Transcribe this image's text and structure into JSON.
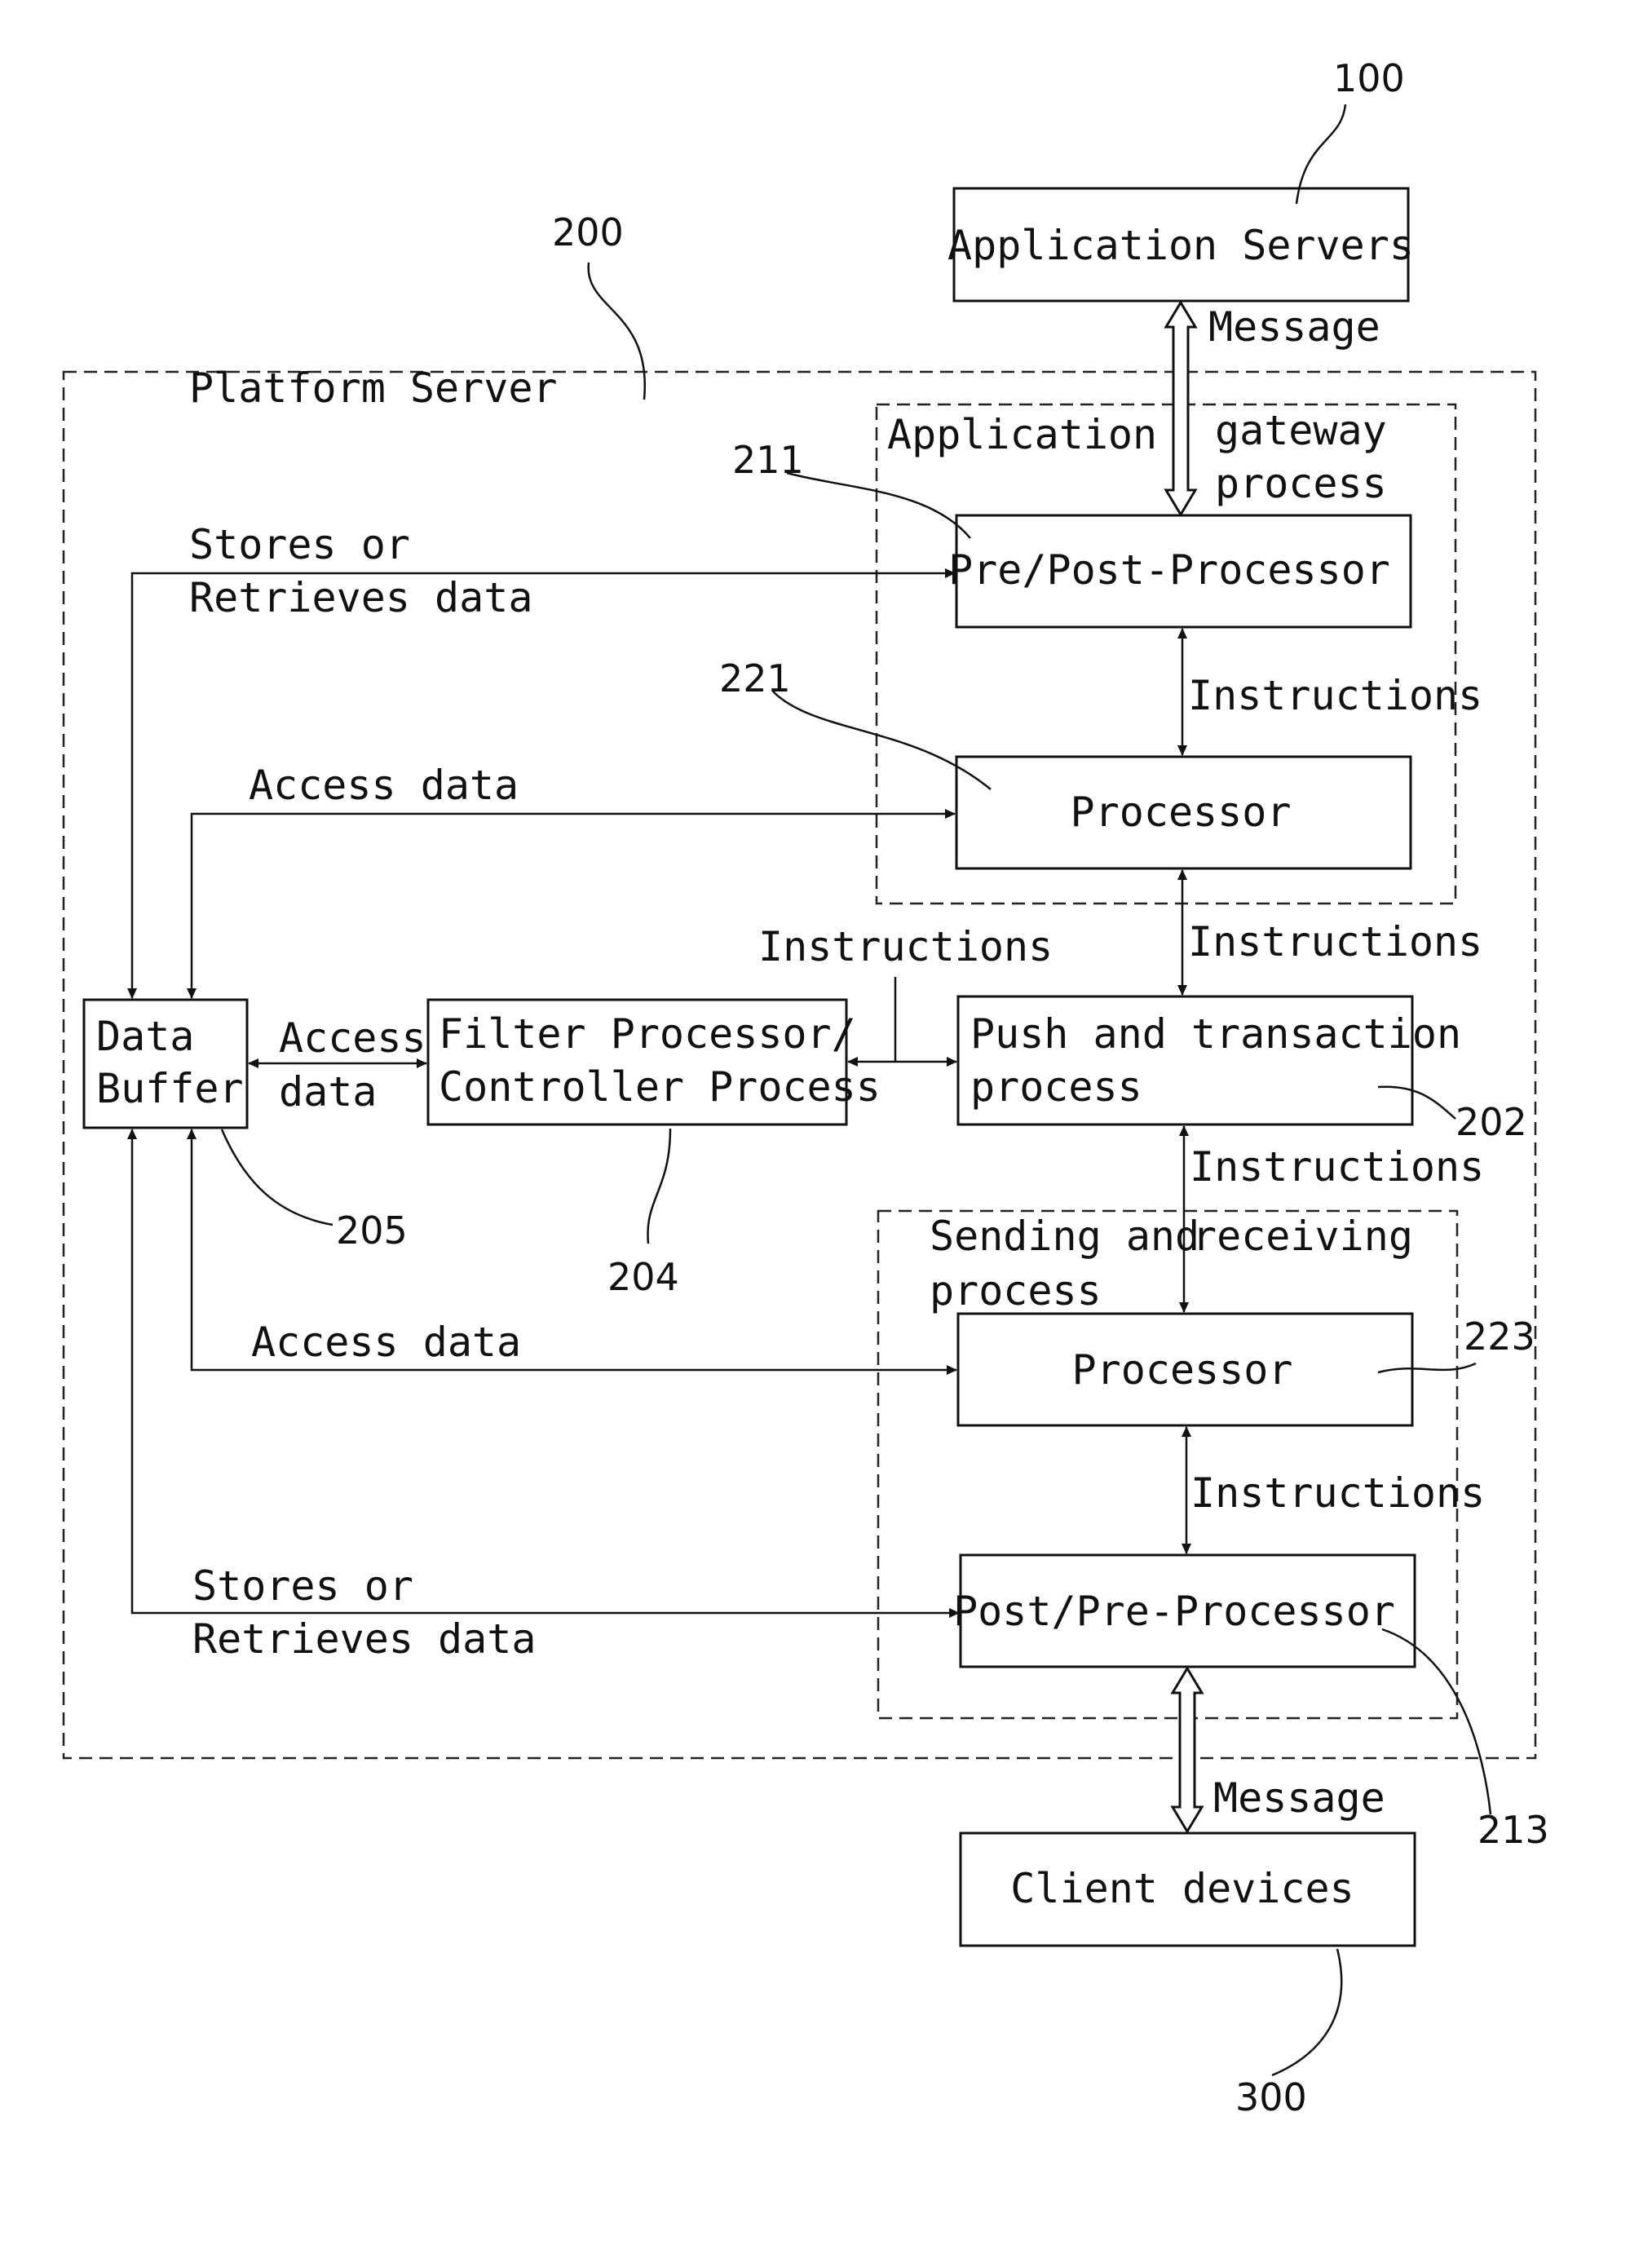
{
  "reference_numerals": {
    "application_servers": "100",
    "platform_server": "200",
    "pre_post_processor": "211",
    "processor_upper": "221",
    "push_transaction": "202",
    "filter_processor": "204",
    "data_buffer": "205",
    "processor_lower": "223",
    "post_pre_processor": "213",
    "client_devices": "300"
  },
  "containers": {
    "platform_server": "Platform Server",
    "application_gateway_left": "Application",
    "application_gateway_right_1": "gateway",
    "application_gateway_right_2": "process",
    "sending_receiving_1_left": "Sending and",
    "sending_receiving_1_right": "receiving",
    "sending_receiving_2": "process"
  },
  "boxes": {
    "application_servers": "Application Servers",
    "pre_post_processor": "Pre/Post-Processor",
    "processor_upper": "Processor",
    "push_transaction_1": "Push and transaction",
    "push_transaction_2": "process",
    "filter_processor_1": "Filter Processor/",
    "filter_processor_2": "Controller Process",
    "data_buffer_1": "Data",
    "data_buffer_2": "Buffer",
    "processor_lower": "Processor",
    "post_pre_processor": "Post/Pre-Processor",
    "client_devices": "Client devices"
  },
  "flow_labels": {
    "message_top": "Message",
    "message_bottom": "Message",
    "instructions_1": "Instructions",
    "instructions_2": "Instructions",
    "instructions_3": "Instructions",
    "instructions_4": "Instructions",
    "instructions_filter": "Instructions",
    "stores_top_1": "Stores or",
    "stores_top_2": "Retrieves data",
    "access_top": "Access data",
    "access_filter_1": "Access",
    "access_filter_2": "data",
    "access_bottom": "Access data",
    "stores_bottom_1": "Stores or",
    "stores_bottom_2": "Retrieves data"
  }
}
